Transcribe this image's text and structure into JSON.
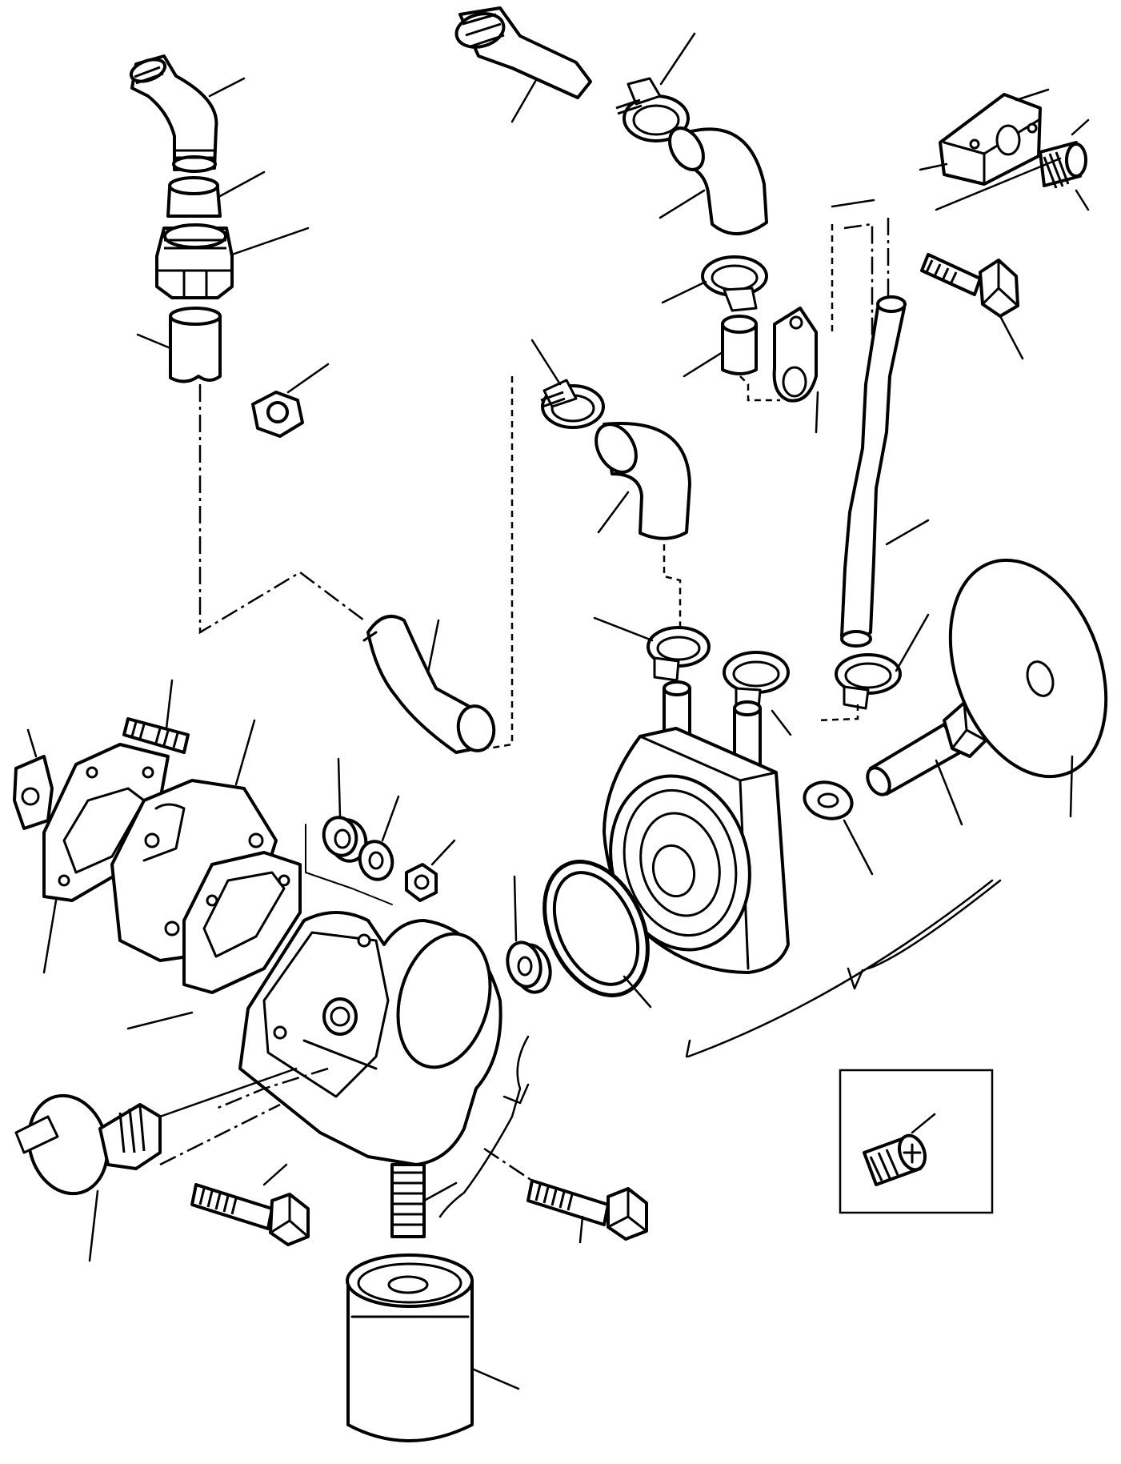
{
  "diagram": {
    "description_visible_text": "",
    "parts": [
      {
        "name": "elbow-fitting"
      },
      {
        "name": "straight-adapter"
      },
      {
        "name": "connector-nut"
      },
      {
        "name": "short-tube"
      },
      {
        "name": "hex-nut"
      },
      {
        "name": "connector-pipe"
      },
      {
        "name": "hose-clamp"
      },
      {
        "name": "elbow-hose"
      },
      {
        "name": "mounting-bracket"
      },
      {
        "name": "plug-screw"
      },
      {
        "name": "hex-bolt"
      },
      {
        "name": "p-clip"
      },
      {
        "name": "coolant-tube"
      },
      {
        "name": "oil-cooler"
      },
      {
        "name": "o-ring"
      },
      {
        "name": "spacer"
      },
      {
        "name": "washer"
      },
      {
        "name": "sealing-disc"
      },
      {
        "name": "flange-bolt"
      },
      {
        "name": "stud"
      },
      {
        "name": "gasket"
      },
      {
        "name": "adapter-plate"
      },
      {
        "name": "filter-head"
      },
      {
        "name": "oil-pressure-switch"
      },
      {
        "name": "oil-filter"
      },
      {
        "name": "threaded-nipple"
      },
      {
        "name": "detail-plug"
      }
    ]
  }
}
